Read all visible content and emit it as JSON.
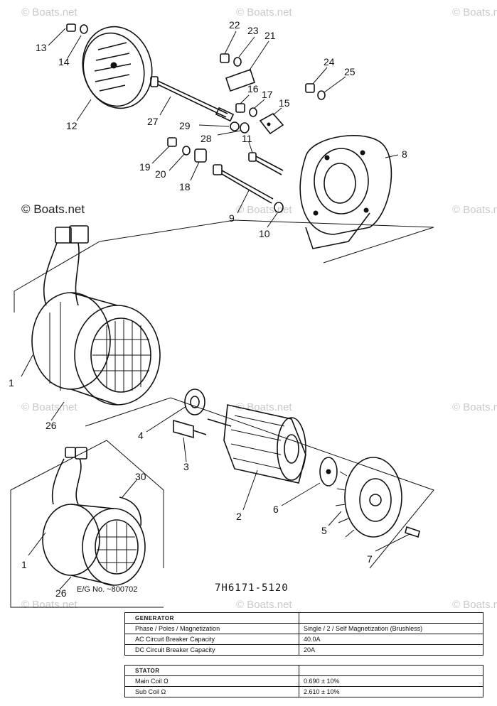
{
  "watermarks": {
    "main": "© Boats.net",
    "faint": "© Boats.net"
  },
  "callouts": [
    "1",
    "2",
    "3",
    "4",
    "5",
    "6",
    "7",
    "8",
    "9",
    "10",
    "11",
    "12",
    "13",
    "14",
    "15",
    "16",
    "17",
    "18",
    "19",
    "20",
    "21",
    "22",
    "23",
    "24",
    "25",
    "26",
    "27",
    "28",
    "29",
    "30"
  ],
  "diagram_ref": "7H6171-5120",
  "eg_note": "E/G No. ~800702",
  "spec_tables": {
    "generator": {
      "header": "GENERATOR",
      "rows": [
        {
          "label": "Phase / Poles / Magnetization",
          "value": "Single / 2 / Self Magnetization (Brushless)"
        },
        {
          "label": "AC Circuit Breaker Capacity",
          "value": "40.0A"
        },
        {
          "label": "DC Circuit Breaker Capacity",
          "value": "20A"
        }
      ]
    },
    "stator": {
      "header": "STATOR",
      "rows": [
        {
          "label": "Main Coil Ω",
          "value": "0.690 ± 10%"
        },
        {
          "label": "Sub Coil Ω",
          "value": "2.610 ± 10%"
        }
      ]
    }
  }
}
